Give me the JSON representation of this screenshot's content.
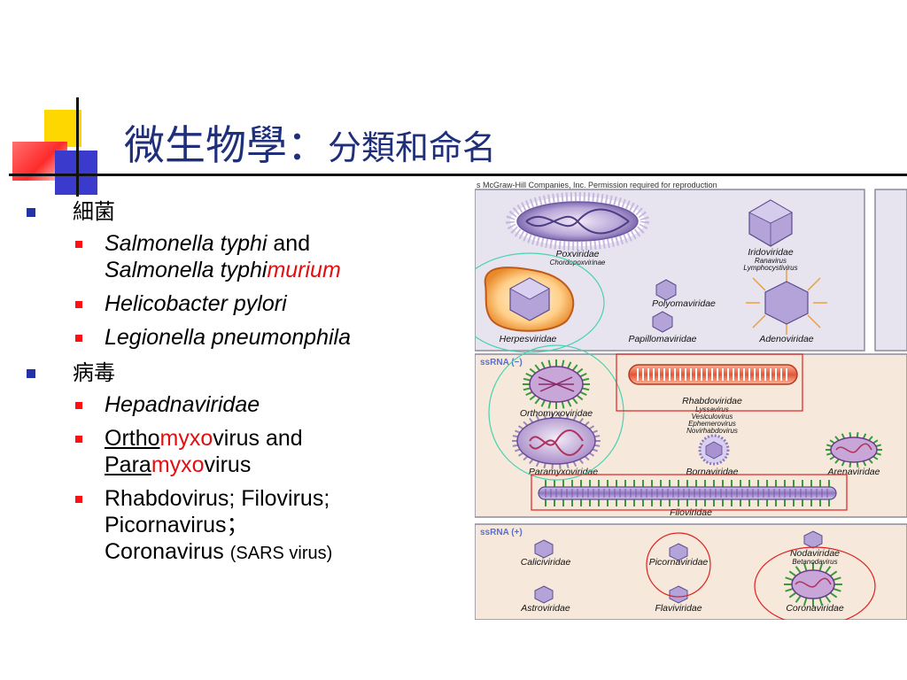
{
  "title": {
    "main": "微生物學：",
    "sub": "分類和命名"
  },
  "content": {
    "sections": [
      {
        "label": "細菌",
        "items": [
          {
            "lines": [
              [
                {
                  "text": "Salmonella typhi",
                  "style": "it"
                },
                {
                  "text": " and"
                }
              ],
              [
                {
                  "text": "Salmonella typhi",
                  "style": "it"
                },
                {
                  "text": "murium",
                  "style": "it red"
                }
              ]
            ]
          },
          {
            "lines": [
              [
                {
                  "text": "Helicobacter pylori",
                  "style": "it"
                }
              ]
            ]
          },
          {
            "lines": [
              [
                {
                  "text": "Legionella pneumonphila",
                  "style": "it"
                }
              ]
            ]
          }
        ]
      },
      {
        "label": "病毒",
        "items": [
          {
            "lines": [
              [
                {
                  "text": "Hepadnaviridae",
                  "style": "it"
                }
              ]
            ]
          },
          {
            "lines": [
              [
                {
                  "text": "Ortho",
                  "style": "ul"
                },
                {
                  "text": "myxo",
                  "style": "red"
                },
                {
                  "text": "virus and"
                }
              ],
              [
                {
                  "text": "Para",
                  "style": "ul"
                },
                {
                  "text": "myxo",
                  "style": "red"
                },
                {
                  "text": "virus"
                }
              ]
            ]
          },
          {
            "lines": [
              [
                {
                  "text": "Rhabdovirus; Filovirus;"
                }
              ],
              [
                {
                  "text": "Picornavirus；"
                }
              ],
              [
                {
                  "text": "Coronavirus "
                },
                {
                  "text": "(SARS virus)",
                  "style": "sm"
                }
              ]
            ]
          }
        ]
      }
    ]
  },
  "figure": {
    "copyright": "s McGraw-Hill Companies, Inc. Permission required for reproduction",
    "dna_families": [
      {
        "name": "Poxviridae",
        "sub": "Chordopoxvirinae"
      },
      {
        "name": "Iridoviridae",
        "sub": "Ranavirus\nLymphocystivirus"
      },
      {
        "name": "Herpesviridae",
        "sub": ""
      },
      {
        "name": "Polyomaviridae",
        "sub": ""
      },
      {
        "name": "Papillomaviridae",
        "sub": ""
      },
      {
        "name": "Adenoviridae",
        "sub": ""
      }
    ],
    "ssrna_neg_label": "ssRNA (−)",
    "ssrna_neg": [
      {
        "name": "Rhabdoviridae",
        "sub": "Lyssavirus\nVesiculovirus\nEphemerovirus\nNovirhabdovirus"
      },
      {
        "name": "Orthomyxoviridae",
        "sub": ""
      },
      {
        "name": "Paramyxoviridae",
        "sub": ""
      },
      {
        "name": "Bornaviridae",
        "sub": ""
      },
      {
        "name": "Arenaviridae",
        "sub": ""
      },
      {
        "name": "Filoviridae",
        "sub": ""
      }
    ],
    "ssrna_pos_label": "ssRNA (+)",
    "ssrna_pos": [
      {
        "name": "Caliciviridae",
        "sub": ""
      },
      {
        "name": "Picornaviridae",
        "sub": ""
      },
      {
        "name": "Nodaviridae",
        "sub": "Betanodavirus"
      },
      {
        "name": "Astroviridae",
        "sub": ""
      },
      {
        "name": "Flaviviridae",
        "sub": ""
      },
      {
        "name": "Coronaviridae",
        "sub": ""
      }
    ]
  }
}
